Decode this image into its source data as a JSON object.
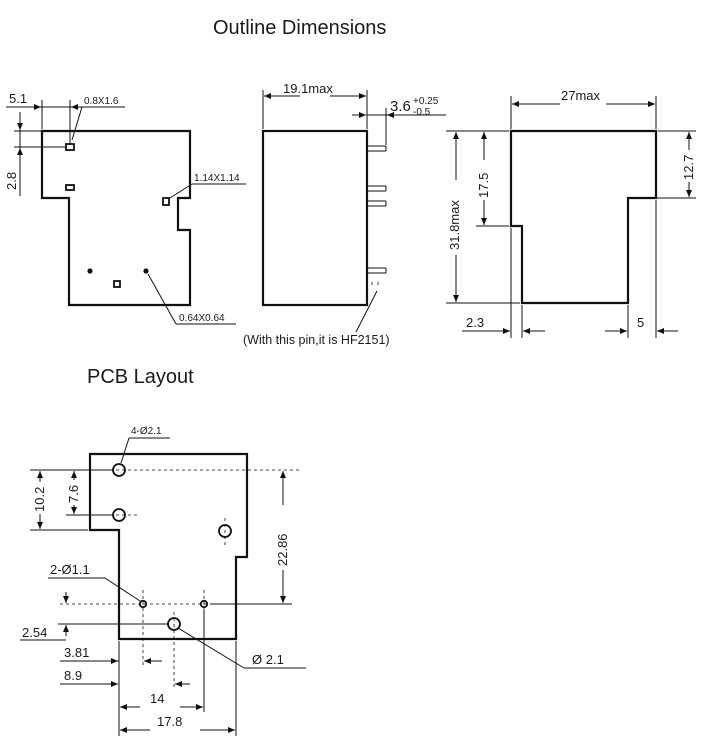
{
  "titles": {
    "outline": "Outline Dimensions",
    "pcb": "PCB Layout"
  },
  "front_view": {
    "dim_width_offset": "5.1",
    "dim_pin_square": "0.8X1.6",
    "dim_height_offset": "2.8",
    "dim_side_pin": "1.14X1.14",
    "dim_small_pin": "0.64X0.64"
  },
  "side_view": {
    "dim_depth": "19.1max",
    "dim_pin_length_base": "3.6",
    "dim_pin_length_tol_plus": "+0.25",
    "dim_pin_length_tol_minus": "-0.5",
    "pin_note": "(With this pin,it is HF2151)"
  },
  "rear_view": {
    "dim_width": "27max",
    "dim_height": "31.8max",
    "dim_step_left": "17.5",
    "dim_step_right": "12.7",
    "dim_bottom_left": "2.3",
    "dim_bottom_right": "5"
  },
  "pcb_layout": {
    "dim_holes_4": "4-Ø2.1",
    "dim_102": "10.2",
    "dim_76": "7.6",
    "dim_2286": "22.86",
    "dim_holes_2": "2-Ø1.1",
    "dim_254": "2.54",
    "dim_381": "3.81",
    "dim_89": "8.9",
    "dim_hole_single": "Ø 2.1",
    "dim_14": "14",
    "dim_178": "17.8"
  }
}
